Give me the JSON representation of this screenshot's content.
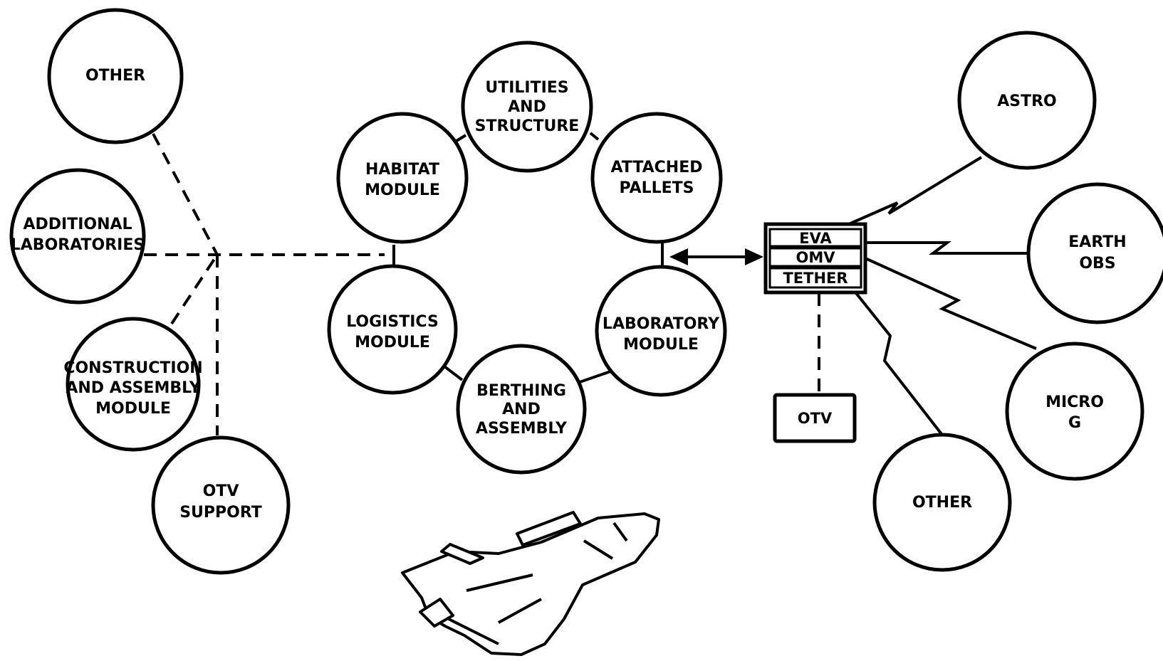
{
  "left_nodes": {
    "other": [
      "OTHER"
    ],
    "additional_laboratories": [
      "ADDITIONAL",
      "LABORATORIES"
    ],
    "construction_module": [
      "CONSTRUCTION",
      "AND ASSEMBLY",
      "MODULE"
    ],
    "otv_support": [
      "OTV",
      "SUPPORT"
    ]
  },
  "ring_nodes": {
    "utilities": [
      "UTILITIES",
      "AND",
      "STRUCTURE"
    ],
    "habitat": [
      "HABITAT",
      "MODULE"
    ],
    "attached_pallets": [
      "ATTACHED",
      "PALLETS"
    ],
    "logistics": [
      "LOGISTICS",
      "MODULE"
    ],
    "laboratory": [
      "LABORATORY",
      "MODULE"
    ],
    "berthing": [
      "BERTHING",
      "AND",
      "ASSEMBLY"
    ]
  },
  "service_box": {
    "rows": [
      "EVA",
      "OMV",
      "TETHER"
    ],
    "otv_box": "OTV"
  },
  "right_nodes": {
    "astro": [
      "ASTRO"
    ],
    "earth_obs": [
      "EARTH",
      "OBS"
    ],
    "micro_g": [
      "MICRO",
      "G"
    ],
    "other": [
      "OTHER"
    ]
  },
  "icons": {
    "vehicle": "space-shuttle-icon"
  }
}
